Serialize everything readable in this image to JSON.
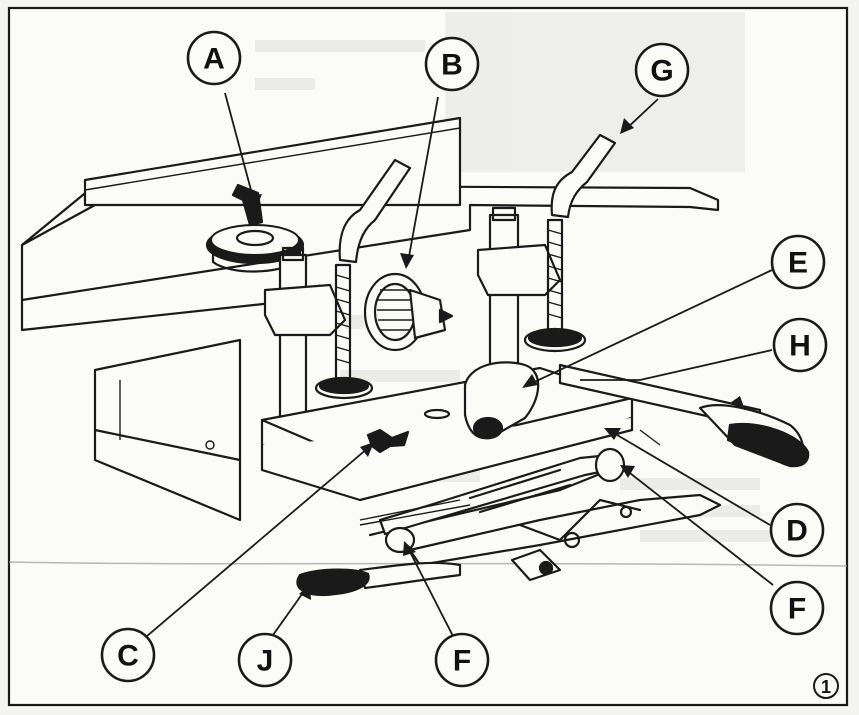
{
  "figure_number": "1",
  "callouts": {
    "A": "A",
    "B": "B",
    "G": "G",
    "E": "E",
    "H": "H",
    "D": "D",
    "F_right": "F",
    "C": "C",
    "J": "J",
    "F_bottom": "F"
  }
}
